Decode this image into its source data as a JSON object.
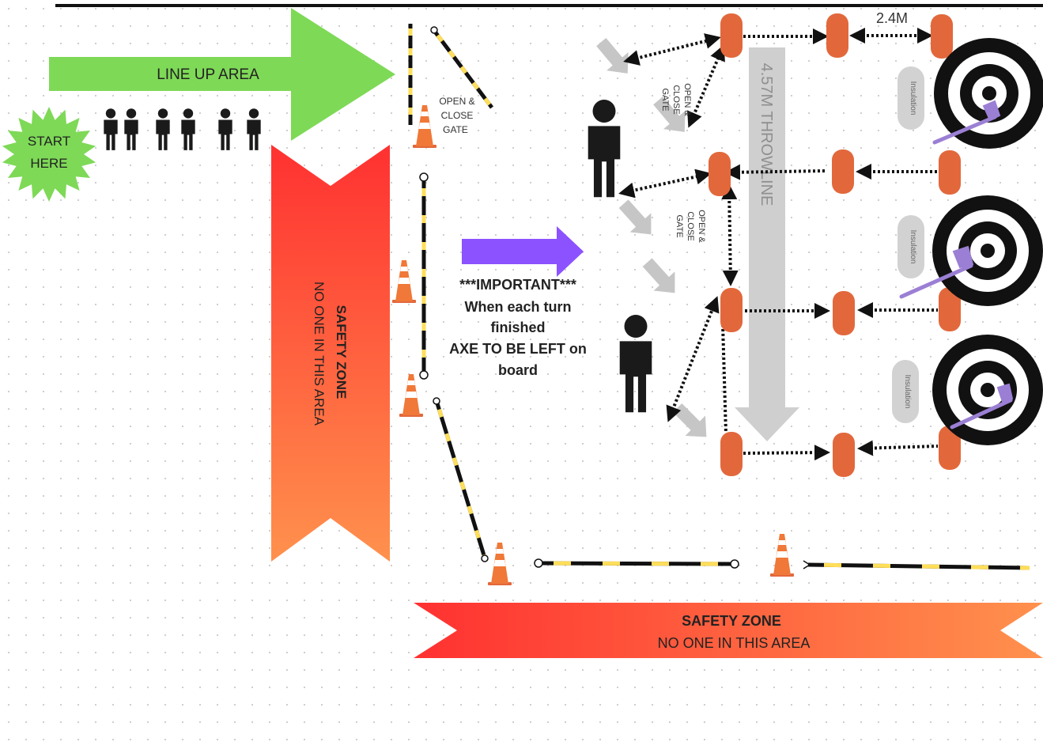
{
  "start": {
    "line1": "START",
    "line2": "HERE"
  },
  "lineup": {
    "label": "LINE UP AREA"
  },
  "gate_top": {
    "line1": "OPEN &",
    "line2": "CLOSE",
    "line3": "GATE"
  },
  "gate_mid1": {
    "line1": "OPEN &",
    "line2": "CLOSE",
    "line3": "GATE"
  },
  "gate_mid2": {
    "line1": "OPEN &",
    "line2": "CLOSE",
    "line3": "GATE"
  },
  "safety_left": {
    "title": "SAFETY ZONE",
    "subtitle": "NO ONE IN THIS AREA"
  },
  "safety_bottom": {
    "title": "SAFETY ZONE",
    "subtitle": "NO ONE IN THIS AREA"
  },
  "important": {
    "line1": "***IMPORTANT***",
    "line2": "When each turn",
    "line3": "finished",
    "line4": "AXE TO BE LEFT on",
    "line5": "board"
  },
  "distance_label": "2.4M",
  "throwline_label": "4.57M THROWLINE",
  "insulation_label": "Insulation",
  "colors": {
    "green": "#7ed957",
    "red": "#ff3131",
    "orange": "#ff914d",
    "purple": "#8c52ff",
    "cone_orange": "#e2683c",
    "grey": "#c8c8c8",
    "yellow": "#ffde59"
  },
  "icons": [
    "person-icon",
    "cone-icon",
    "barrier-pole-icon",
    "target-icon",
    "axe-icon",
    "arrow-icon"
  ]
}
